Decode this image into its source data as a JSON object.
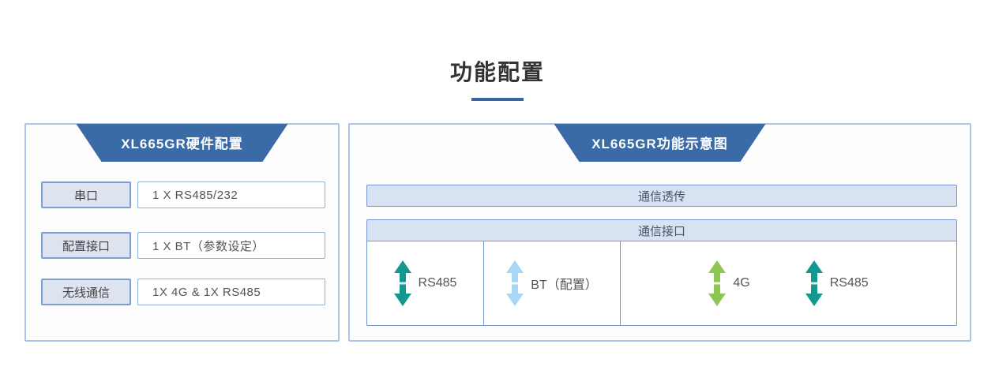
{
  "page": {
    "title": "功能配置"
  },
  "colors": {
    "header_blue": "#3b6ba7",
    "title_underline": "#3a669e",
    "panel_border": "#a9c6e9",
    "label_fill": "#dde3ef",
    "label_border": "#7d9ed2",
    "bar_fill": "#d9e2f2",
    "bar_border": "#7396cf",
    "arrow_teal": "#13988f",
    "arrow_light_blue": "#a9d6f5",
    "arrow_green": "#8dc653"
  },
  "hardware_panel": {
    "title": "XL665GR硬件配置",
    "rows": [
      {
        "label": "串口",
        "value": "1 X RS485/232"
      },
      {
        "label": "配置接口",
        "value": "1 X BT（参数设定）"
      },
      {
        "label": "无线通信",
        "value": "1X 4G & 1X RS485"
      }
    ]
  },
  "function_panel": {
    "title": "XL665GR功能示意图",
    "top_bar": "通信透传",
    "section_header": "通信接口",
    "interfaces": [
      {
        "label": "RS485",
        "color": "#13988f",
        "icon": "double-vertical-arrow-icon"
      },
      {
        "label": "BT（配置）",
        "color": "#a9d6f5",
        "icon": "double-vertical-arrow-icon"
      },
      {
        "label": "4G",
        "color": "#8dc653",
        "icon": "double-vertical-arrow-icon"
      },
      {
        "label": "RS485",
        "color": "#13988f",
        "icon": "double-vertical-arrow-icon"
      }
    ]
  }
}
